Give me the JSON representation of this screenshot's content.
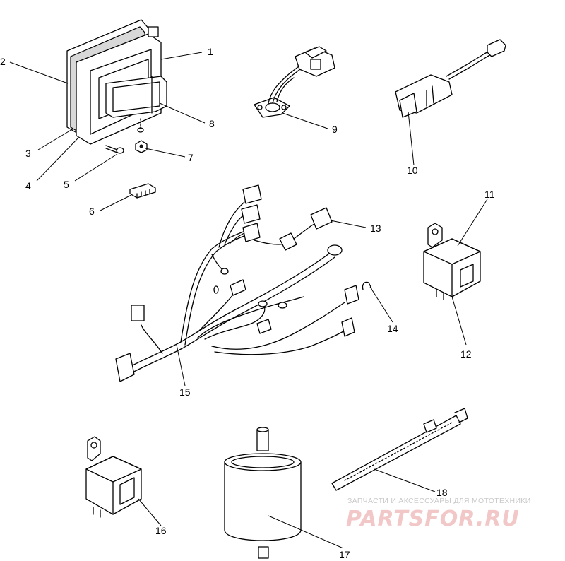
{
  "callouts": [
    "1",
    "2",
    "3",
    "4",
    "5",
    "6",
    "7",
    "8",
    "9",
    "10",
    "11",
    "12",
    "13",
    "14",
    "15",
    "16",
    "17",
    "18"
  ],
  "watermark": {
    "tagline": "ЗАПЧАСТИ И АКСЕССУАРЫ ДЛЯ МОТОТЕХНИКИ",
    "logo_text": "PARTSFOR.RU",
    "color": "#e06060"
  },
  "colors": {
    "line": "#000000",
    "background": "#ffffff"
  }
}
